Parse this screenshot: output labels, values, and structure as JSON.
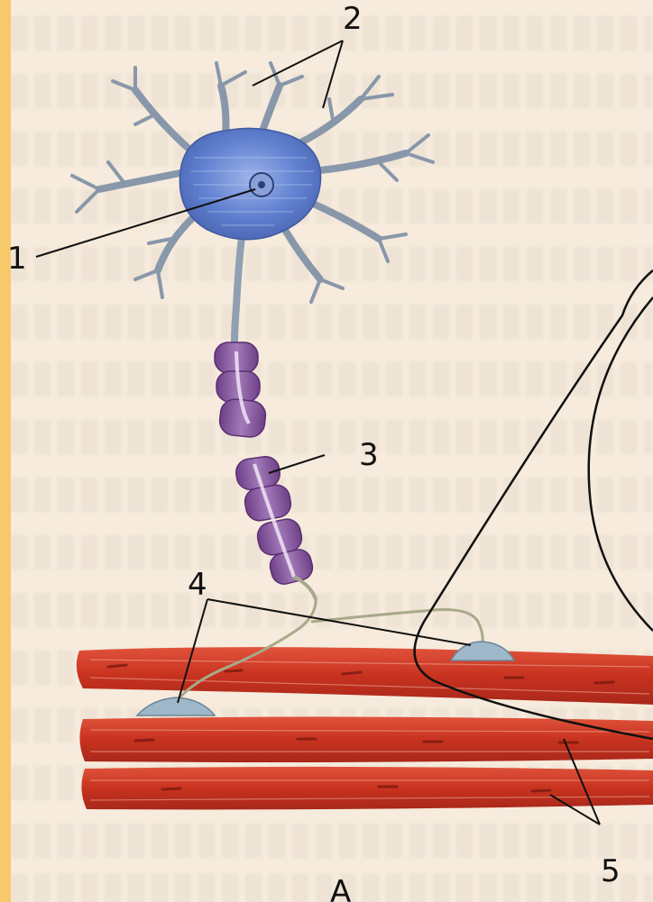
{
  "labels": {
    "soma_nucleus": "1",
    "dendrites": "2",
    "myelin_axon": "3",
    "synapses": "4",
    "muscle_fibers": "5",
    "panel": "А"
  },
  "colors": {
    "background": "#f6ebdc",
    "neuron": "#5f7fcf",
    "myelin": "#8a5aa0",
    "muscle": "#c8321f",
    "synapse": "#9eb8c9"
  }
}
